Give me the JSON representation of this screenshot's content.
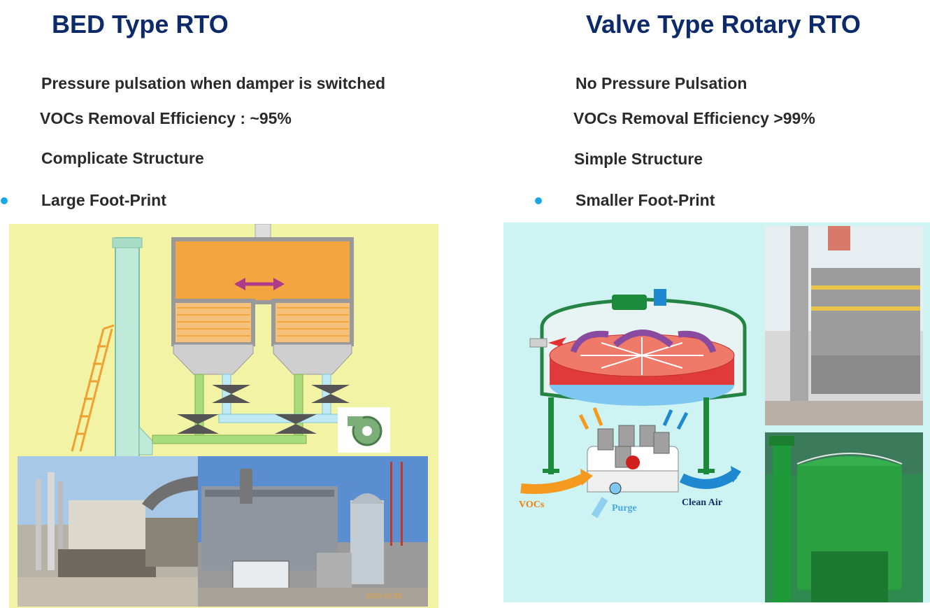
{
  "left": {
    "title": "BED Type RTO",
    "features": [
      "Pressure pulsation when damper is switched",
      "VOCs Removal  Efficiency : ~95%",
      "Complicate Structure",
      "Large Foot-Print"
    ],
    "photo_stamp": "2010-10-25"
  },
  "right": {
    "title": "Valve Type Rotary RTO",
    "features": [
      "No Pressure Pulsation",
      "VOCs Removal  Efficiency  >99%",
      "Simple Structure",
      "Smaller Foot-Print"
    ],
    "diagram_labels": {
      "vocs": "VOCs",
      "purge": "Purge",
      "clean_air": "Clean Air"
    }
  },
  "colors": {
    "title": "#0d2a6b",
    "bullet": "#1aa7e8",
    "left_panel_bg": "#f3f3a6",
    "right_panel_bg": "#cdf3f3"
  }
}
